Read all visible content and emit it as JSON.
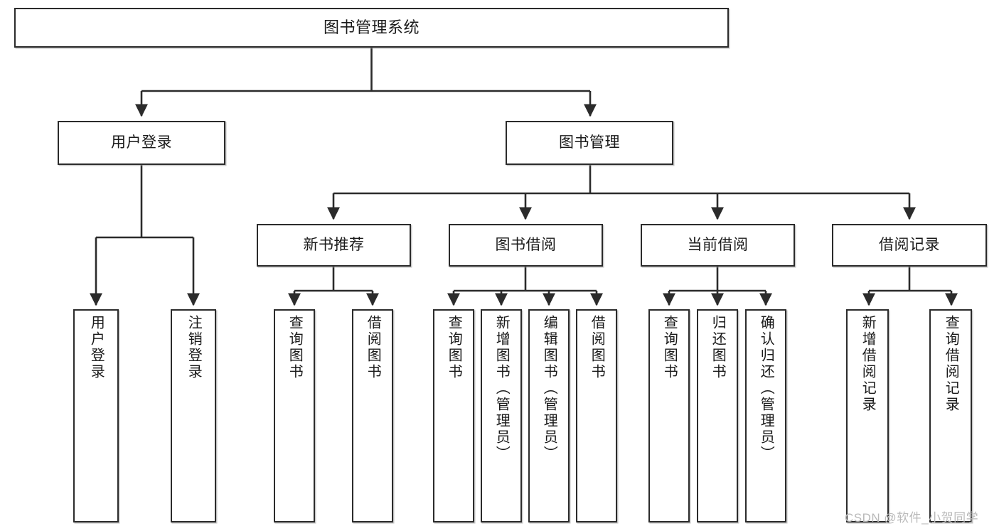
{
  "diagram": {
    "title": "图书管理系统",
    "type": "function-structure-tree",
    "stroke_color": "#2b2b2b",
    "fill_color": "#ffffff",
    "text_color": "#1a1a1a"
  },
  "root": {
    "label": "图书管理系统"
  },
  "level1": [
    {
      "id": "user-login",
      "label": "用户登录"
    },
    {
      "id": "book-manage",
      "label": "图书管理"
    }
  ],
  "level2": [
    {
      "id": "new-book-recommend",
      "label": "新书推荐",
      "parent": "book-manage"
    },
    {
      "id": "book-borrow",
      "label": "图书借阅",
      "parent": "book-manage"
    },
    {
      "id": "current-borrow",
      "label": "当前借阅",
      "parent": "book-manage"
    },
    {
      "id": "borrow-record",
      "label": "借阅记录",
      "parent": "book-manage"
    }
  ],
  "leaves": {
    "user_login": [
      {
        "id": "leaf-user-login",
        "label": "用户登录"
      },
      {
        "id": "leaf-user-logout",
        "label": "注销登录"
      }
    ],
    "new_book_recommend": [
      {
        "id": "leaf-query-book-1",
        "label": "查询图书"
      },
      {
        "id": "leaf-borrow-book-1",
        "label": "借阅图书"
      }
    ],
    "book_borrow": [
      {
        "id": "leaf-query-book-2",
        "label": "查询图书"
      },
      {
        "id": "leaf-add-book",
        "label": "新增图书（管理员）"
      },
      {
        "id": "leaf-edit-book",
        "label": "编辑图书（管理员）"
      },
      {
        "id": "leaf-borrow-book-2",
        "label": "借阅图书"
      }
    ],
    "current_borrow": [
      {
        "id": "leaf-query-book-3",
        "label": "查询图书"
      },
      {
        "id": "leaf-return-book",
        "label": "归还图书"
      },
      {
        "id": "leaf-confirm-return",
        "label": "确认归还（管理员）"
      }
    ],
    "borrow_record": [
      {
        "id": "leaf-add-record",
        "label": "新增借阅记录"
      },
      {
        "id": "leaf-query-record",
        "label": "查询借阅记录"
      }
    ]
  },
  "watermark": {
    "text": "CSDN @软件_小贺同学"
  }
}
